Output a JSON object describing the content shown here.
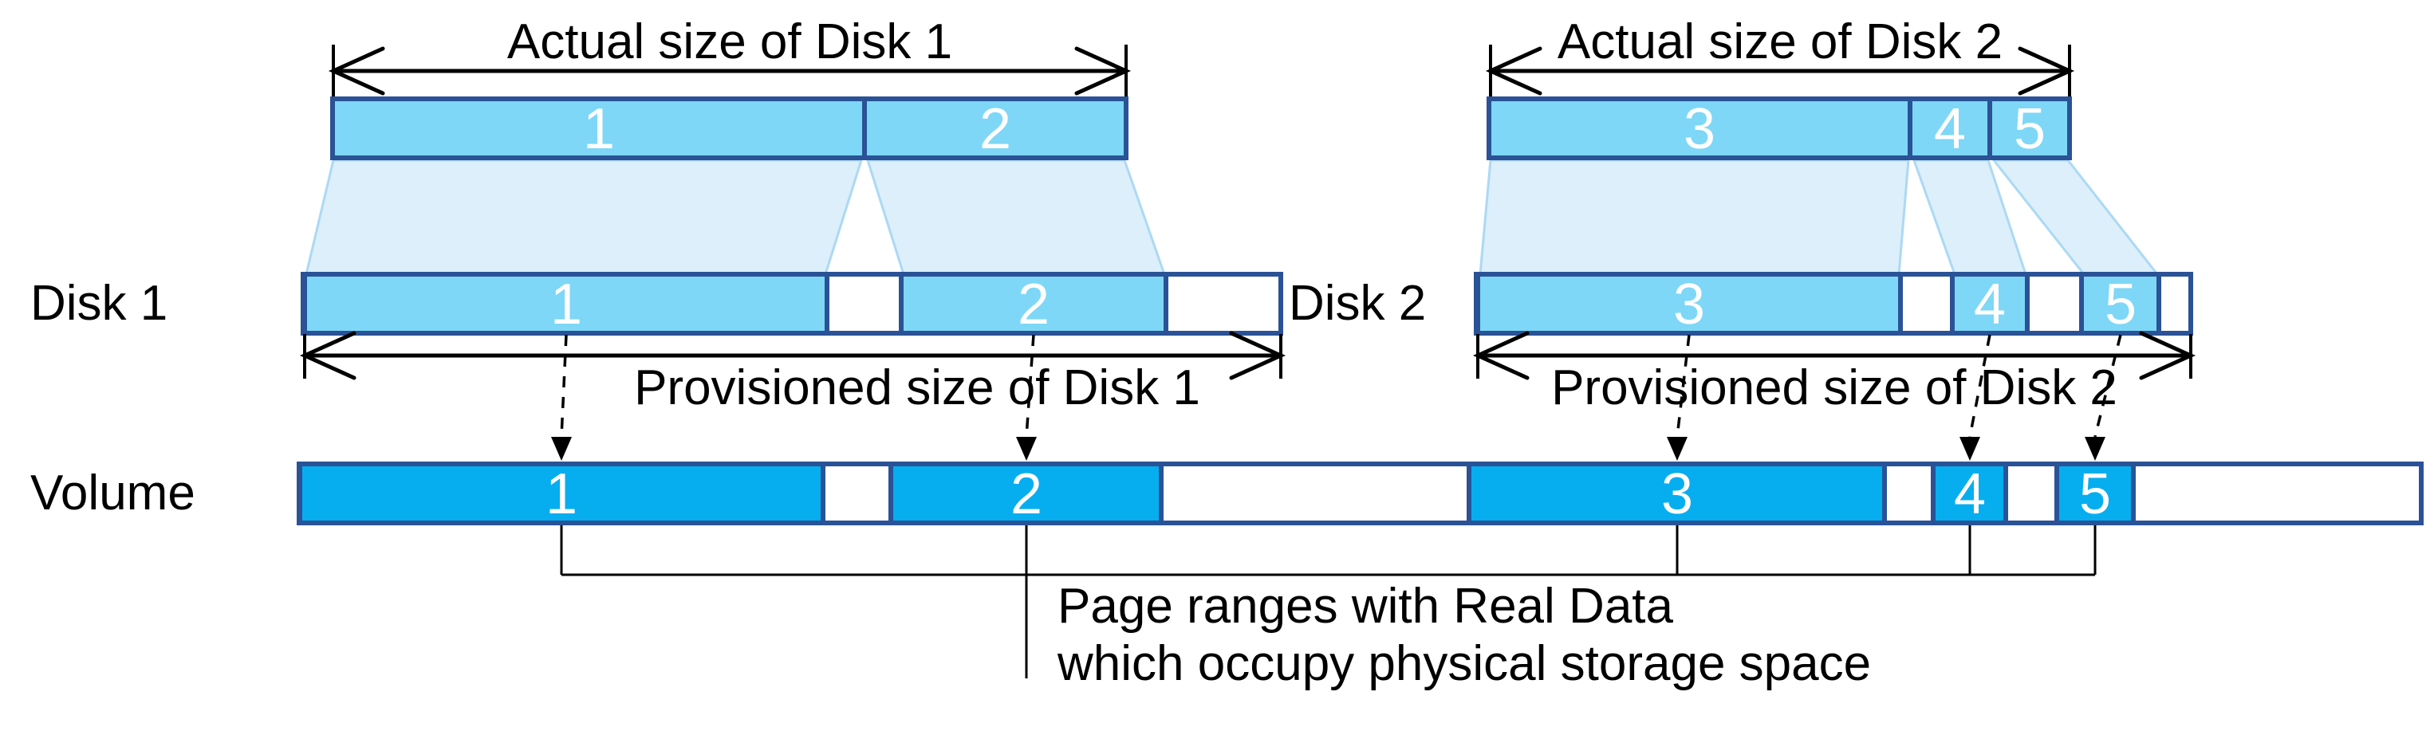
{
  "diagram": {
    "disk1": {
      "name": "Disk 1",
      "actual_label": "Actual size of Disk 1",
      "provisioned_label": "Provisioned size of Disk 1",
      "segments": [
        "1",
        "2"
      ]
    },
    "disk2": {
      "name": "Disk 2",
      "actual_label": "Actual size of Disk 2",
      "provisioned_label": "Provisioned size of Disk 2",
      "segments": [
        "3",
        "4",
        "5"
      ]
    },
    "volume": {
      "name": "Volume",
      "segments": [
        "1",
        "2",
        "3",
        "4",
        "5"
      ]
    },
    "note": {
      "line1": "Page ranges with Real Data",
      "line2": "which occupy physical storage space"
    },
    "colors": {
      "page_fill": "#7ED7F6",
      "volume_page_fill": "#06AEEF",
      "border": "#2A5296",
      "map_fill": "#DCEFFA",
      "map_edge": "#ACD9F3"
    }
  }
}
